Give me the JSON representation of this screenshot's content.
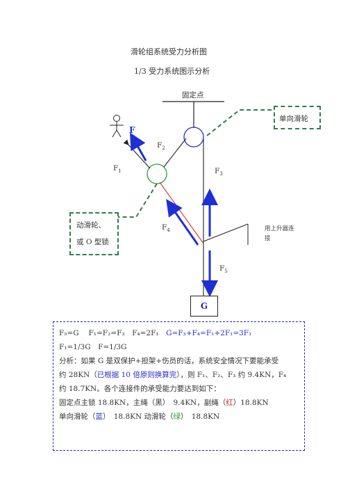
{
  "title": "滑轮组系统受力分析图",
  "subtitle": "1/3 受力系统图示分析",
  "labels": {
    "fixed_point": "固定点",
    "one_way_pulley": "单向滑轮",
    "movable_pulley_line1": "动滑轮、",
    "movable_pulley_line2": "或 O 型锁",
    "lifter_line1": "用上升器连",
    "lifter_line2": "接",
    "force_F": "F",
    "F1": "F",
    "F1_sub": "1",
    "F2": "F",
    "F2_sub": "2",
    "F3": "F",
    "F3_sub": "3",
    "F4": "F",
    "F4_sub": "4",
    "F5": "F",
    "F5_sub": "5",
    "G": "G"
  },
  "analysis": {
    "line1_a": "F₅=G　 F₁=F₂=F₃　F₄=2F₁",
    "line1_b": "　G=F₃+F₄=F₁+2F₁=3F₁",
    "line2": "F₁=1/3G　F=1/3G",
    "line3": "分析：如果 G 是双保护+担架+伤员的话，系统安全情况下要能承受",
    "line4_a": "约 28KN（",
    "line4_b": "已根据 10 倍原则换算完",
    "line4_c": "），则 F₁、F₂、F₃ 约 9.4KN，F₄",
    "line5": "约 18.7KN。各个连接件的承受能力要达到如下：",
    "line6_a": "固定点主锁 18.8KN，主绳（黑）　9.4KN，副绳（",
    "line6_b": "红",
    "line6_c": "）18.8KN",
    "line7_a": "单向滑轮（",
    "line7_b": "蓝",
    "line7_c": "）　18.8KN  动滑轮（",
    "line7_d": "绿",
    "line7_e": "）　18.8KN"
  },
  "colors": {
    "blue_arrow": "#1f2fd6",
    "green_dashed": "#2e7d4f",
    "red_rope": "#e03030",
    "black_rope": "#222222"
  }
}
